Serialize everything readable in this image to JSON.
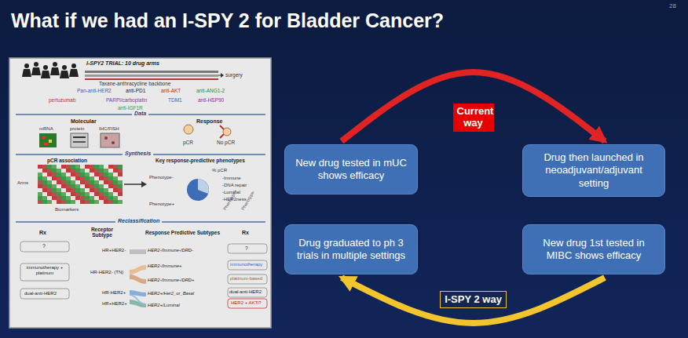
{
  "diagram": {
    "title": "What if we had an I-SPY 2 for Bladder Cancer?",
    "nodes": [
      {
        "text": [
          "New drug tested in mUC shows efficacy"
        ]
      },
      {
        "text": [
          "Drug then launched in neoadjuvant/adjuvant setting"
        ]
      },
      {
        "text": [
          "Drug graduated to ph 3 trials in multiple settings"
        ]
      },
      {
        "text": [
          "New drug 1st tested in MIBC shows efficacy"
        ]
      }
    ],
    "edges": [
      {
        "from": 0,
        "to": 1,
        "label": "Current way",
        "arrow": "to"
      },
      {
        "from": 3,
        "to": 2,
        "label": "I-SPY 2 way",
        "arrow": "to"
      }
    ],
    "labels": [
      "28",
      "I-SPY2 TRIAL: 10 drug arms",
      "surgery",
      "Taxane-anthracycline backbone",
      "Pan-anti-HER2",
      "anti-PD1",
      "anti-AKT",
      "anti-ANG1-2",
      "pertuzumab",
      "PARPi/carboplatin",
      "TDM1",
      "anti-HSP90",
      "anti-IGF1R",
      "Data",
      "Molecular",
      "Response",
      "mRNA",
      "protein",
      "IHC/FISH",
      "pCR",
      "No pCR",
      "Synthesis",
      "pCR association",
      "Key response-predictive phenotypes",
      "Arms",
      "Biomarkers",
      "Phenotype-",
      "Phenotype+",
      "% pCR",
      "-Immune",
      "-DNA repair",
      "-Luminal",
      "-HER2ness",
      "Phenotype+",
      "Phenotype-",
      "Reclassification",
      "Rx",
      "Receptor Subtype",
      "Response Predictive Subtypes",
      "Rx",
      "?",
      "immunotherapy + platinum",
      "dual-anti-HER2",
      "HR+HER2-",
      "HR-HER2- (TN)",
      "HR-HER2+",
      "HR+HER2+",
      "HER2-/Immune-/DRD-",
      "HER2-/Immune+",
      "HER2-/Immune-/DRD+",
      "HER2+/Her2_or_Basal",
      "HER2+/Luminal",
      "?",
      "immunotherapy",
      "platinum-based",
      "dual-anti-HER2",
      "HER2 + AKTi?"
    ]
  }
}
